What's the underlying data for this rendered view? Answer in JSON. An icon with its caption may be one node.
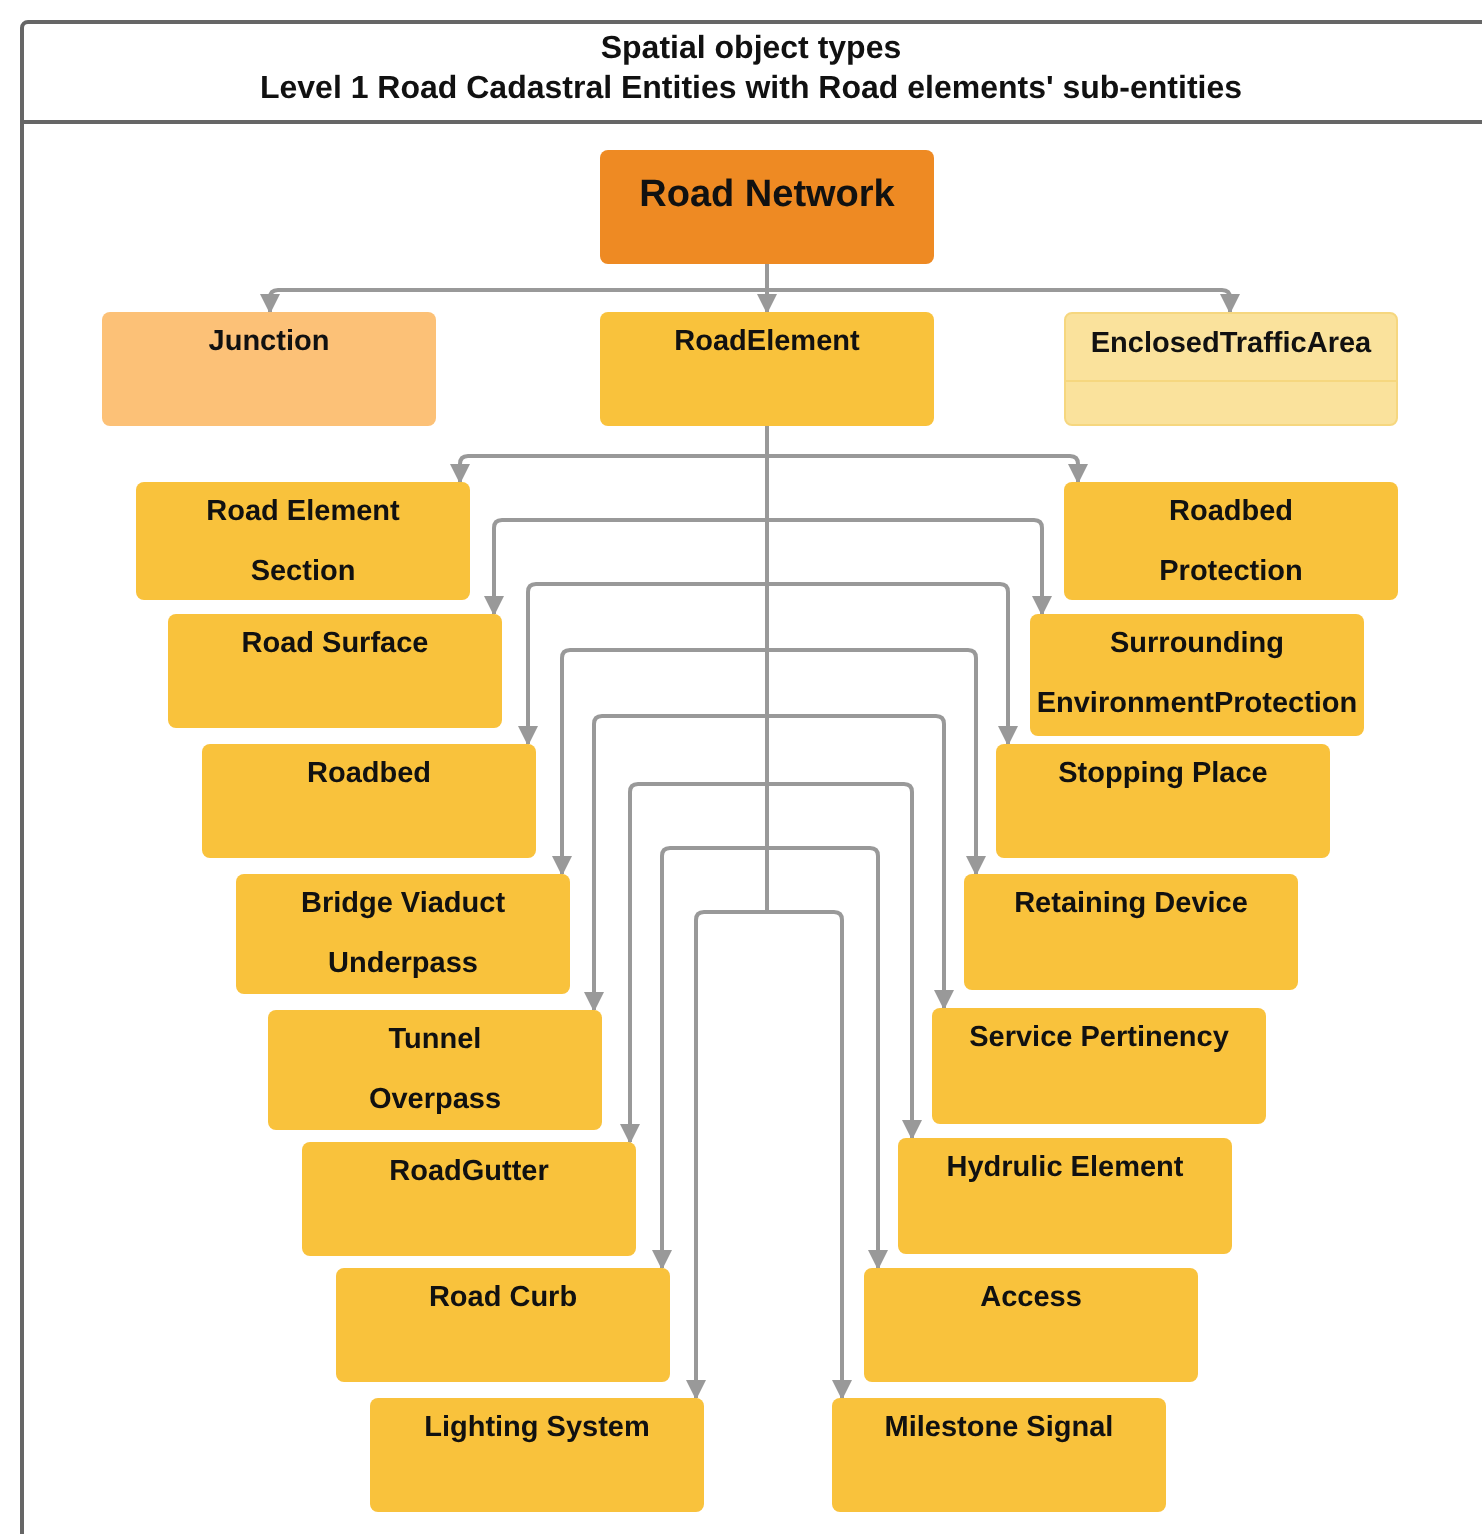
{
  "diagram": {
    "title": "Spatial object types",
    "labels": [
      "Level 1 Road Cadastral Entities with Road elements' sub-entities"
    ],
    "nodes": [
      {
        "text": [
          "Road Network"
        ]
      },
      {
        "text": [
          "Junction"
        ]
      },
      {
        "text": [
          "RoadElement"
        ]
      },
      {
        "text": [
          "EnclosedTrafficArea"
        ]
      },
      {
        "text": [
          "Road Element Section"
        ]
      },
      {
        "text": [
          "Roadbed Protection"
        ]
      },
      {
        "text": [
          "Road Surface"
        ]
      },
      {
        "text": [
          "Surrounding EnvironmentProtection"
        ]
      },
      {
        "text": [
          "Roadbed"
        ]
      },
      {
        "text": [
          "Stopping Place"
        ]
      },
      {
        "text": [
          "Bridge Viaduct Underpass"
        ]
      },
      {
        "text": [
          "Retaining Device"
        ]
      },
      {
        "text": [
          "Tunnel Overpass"
        ]
      },
      {
        "text": [
          "Service Pertinency"
        ]
      },
      {
        "text": [
          "RoadGutter"
        ]
      },
      {
        "text": [
          "Hydrulic Element"
        ]
      },
      {
        "text": [
          "Road Curb"
        ]
      },
      {
        "text": [
          "Access"
        ]
      },
      {
        "text": [
          "Lighting System"
        ]
      },
      {
        "text": [
          "Milestone Signal"
        ]
      }
    ],
    "edges": [
      {
        "from": 0,
        "to": 1,
        "arrow": "to"
      },
      {
        "from": 0,
        "to": 2,
        "arrow": "to"
      },
      {
        "from": 0,
        "to": 3,
        "arrow": "to"
      },
      {
        "from": 2,
        "to": 4,
        "arrow": "to"
      },
      {
        "from": 2,
        "to": 5,
        "arrow": "to"
      },
      {
        "from": 2,
        "to": 6,
        "arrow": "to"
      },
      {
        "from": 2,
        "to": 7,
        "arrow": "to"
      },
      {
        "from": 2,
        "to": 8,
        "arrow": "to"
      },
      {
        "from": 2,
        "to": 9,
        "arrow": "to"
      },
      {
        "from": 2,
        "to": 10,
        "arrow": "to"
      },
      {
        "from": 2,
        "to": 11,
        "arrow": "to"
      },
      {
        "from": 2,
        "to": 12,
        "arrow": "to"
      },
      {
        "from": 2,
        "to": 13,
        "arrow": "to"
      },
      {
        "from": 2,
        "to": 14,
        "arrow": "to"
      },
      {
        "from": 2,
        "to": 15,
        "arrow": "to"
      },
      {
        "from": 2,
        "to": 16,
        "arrow": "to"
      },
      {
        "from": 2,
        "to": 17,
        "arrow": "to"
      },
      {
        "from": 2,
        "to": 18,
        "arrow": "to"
      },
      {
        "from": 2,
        "to": 19,
        "arrow": "to"
      }
    ]
  }
}
